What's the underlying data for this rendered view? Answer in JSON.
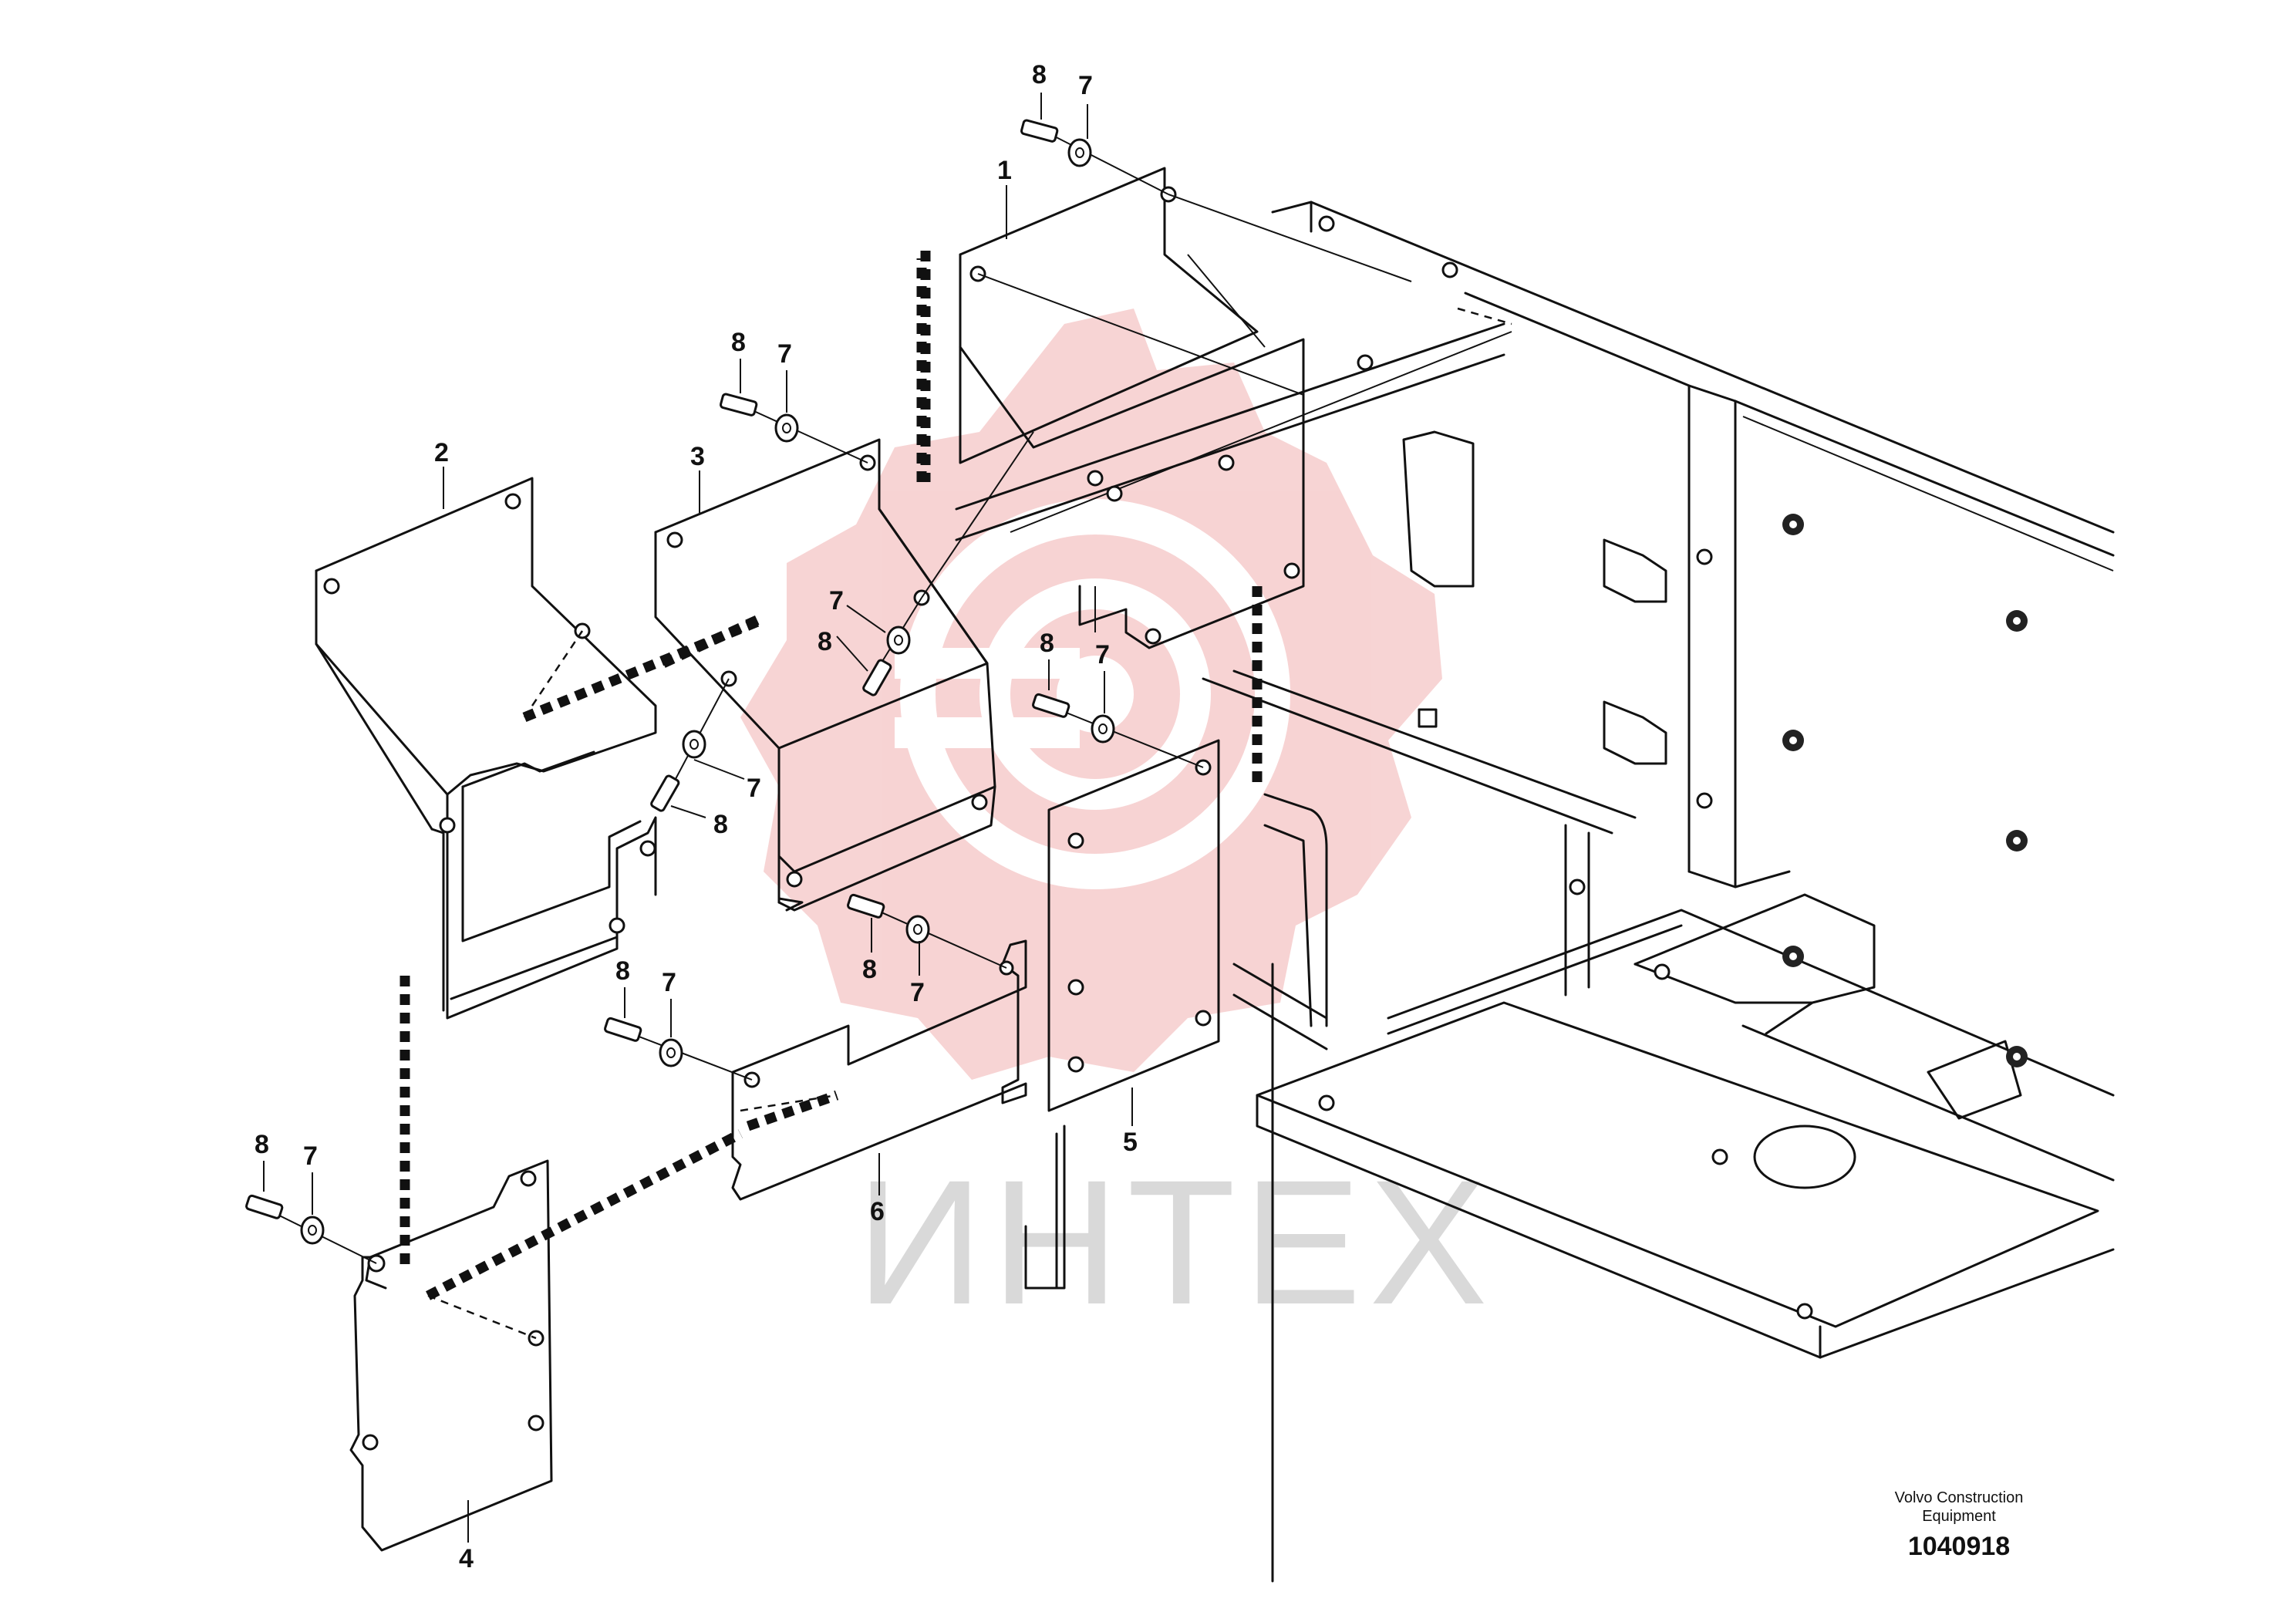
{
  "watermark": {
    "text": "ИНТЕХ",
    "color": "#f6c9c9"
  },
  "caption": {
    "brand_line1": "Volvo Construction",
    "brand_line2": "Equipment",
    "figure_number": "1040918"
  },
  "callouts": {
    "c1": "1",
    "c2": "2",
    "c3": "3",
    "c4": "4",
    "c5": "5",
    "c6": "6",
    "c7a": "7",
    "c8a": "8",
    "c7b": "7",
    "c8b": "8",
    "c7c": "7",
    "c8c": "8",
    "c7d": "7",
    "c8d": "8",
    "c7e": "7",
    "c8e": "8",
    "c7f": "7",
    "c8f": "8",
    "c7g": "7",
    "c8g": "8",
    "c7h": "7",
    "c8h": "8"
  }
}
